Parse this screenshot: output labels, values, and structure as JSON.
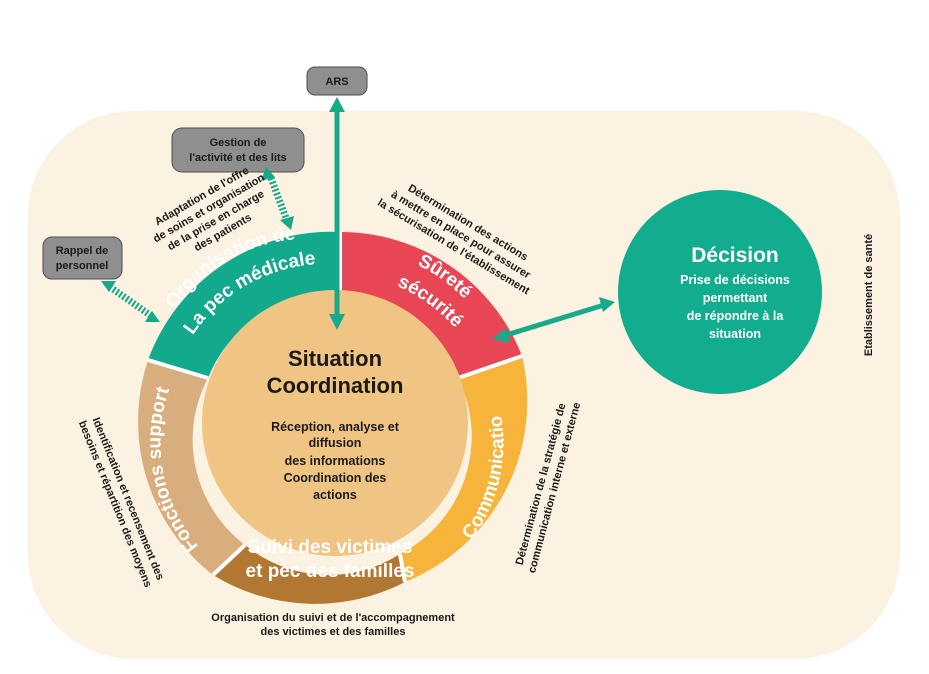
{
  "colors": {
    "background_panel": "#fbf2e2",
    "organisation_segment": "#13a98d",
    "surete_segment": "#e84654",
    "communication_segment": "#f6b43a",
    "suivi_segment": "#b27732",
    "fonctions_segment": "#d9ae7f",
    "center_circle": "#f0c482",
    "decision_circle": "#12ad8e",
    "gray_box": "#8f8f8f",
    "arrow": "#17a98a"
  },
  "center": {
    "title_line1": "Situation",
    "title_line2": "Coordination",
    "body_lines": [
      "Réception, analyse et",
      "diffusion",
      "des informations",
      "Coordination des",
      "actions"
    ]
  },
  "segments": {
    "organisation": [
      "Organisation de",
      "La pec médicale"
    ],
    "surete": [
      "Sûreté",
      "sécurité"
    ],
    "communication": [
      "Communication"
    ],
    "suivi": [
      "Suivi des victimes",
      "et pec des familles"
    ],
    "fonctions_support": [
      "Fonctions support"
    ]
  },
  "boxes": {
    "ars": "ARS",
    "gestion": [
      "Gestion de",
      "l'activité et des lits"
    ],
    "rappel": [
      "Rappel de",
      "personnel"
    ]
  },
  "decision": {
    "title": "Décision",
    "lines": [
      "Prise de décisions",
      "permettant",
      "de répondre à la",
      "situation"
    ]
  },
  "annotations": {
    "adaptation": [
      "Adaptation de l'offre",
      "de soins et organisation",
      "de la prise en charge",
      "des patients"
    ],
    "determination_actions": [
      "Détermination des actions",
      "à mettre en place pour assurer",
      "la sécurisation de l'établissement"
    ],
    "determination_strategie": [
      "Détermination de la stratégie de",
      "communication interne et externe"
    ],
    "identification": [
      "Identification et recensement des",
      "besoins et répartition des moyens"
    ],
    "organisation_suivi": [
      "Organisation du suivi et de l'accompagnement",
      "des victimes et des familles"
    ],
    "etablissement": "Etablissement de santé"
  }
}
